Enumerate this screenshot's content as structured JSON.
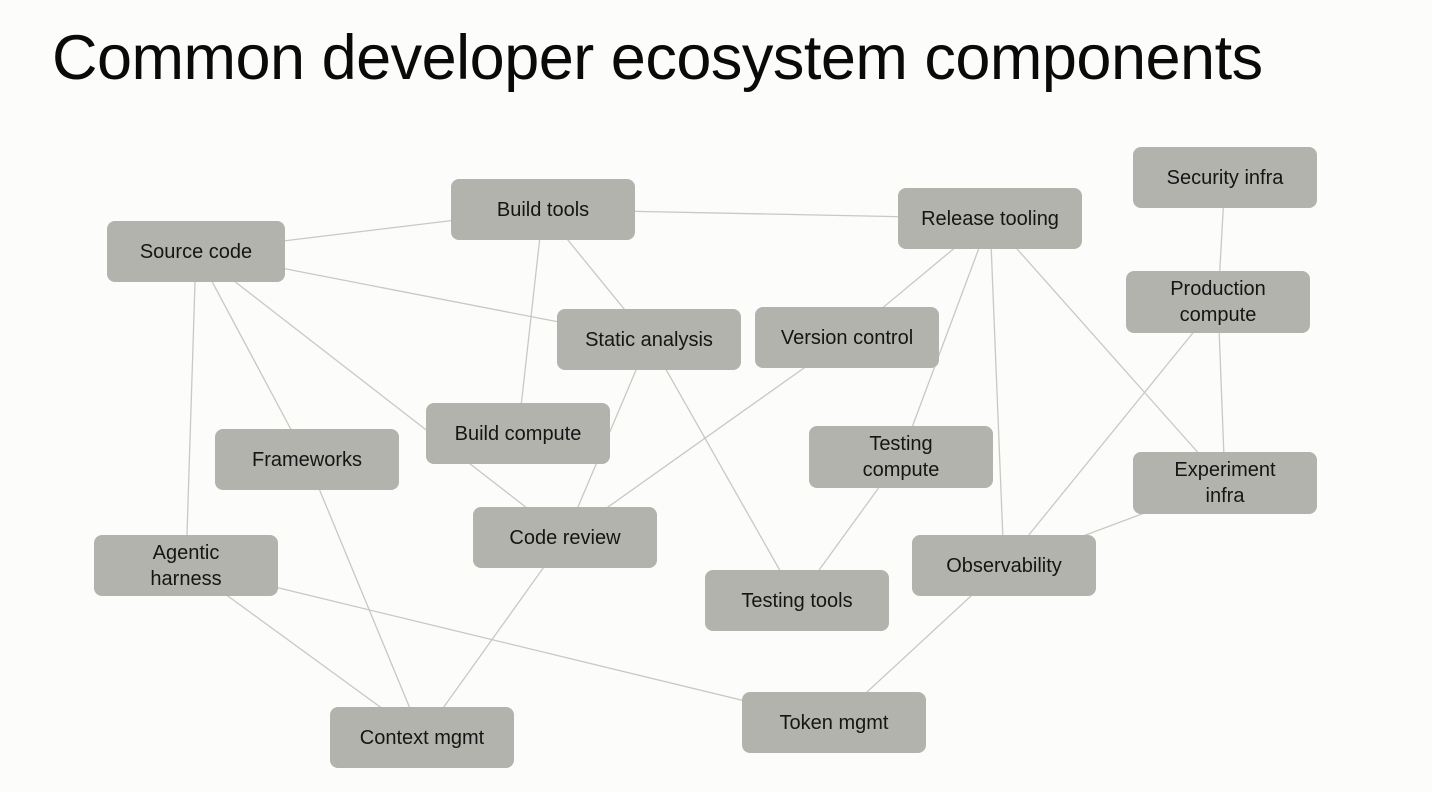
{
  "title": "Common developer ecosystem components",
  "colors": {
    "background": "#fcfcfa",
    "node_fill": "#b3b3ad",
    "edge": "#c8c8c4",
    "text": "#151515"
  },
  "nodes": [
    {
      "id": "source-code",
      "label": "Source code"
    },
    {
      "id": "build-tools",
      "label": "Build tools"
    },
    {
      "id": "release-tooling",
      "label": "Release tooling"
    },
    {
      "id": "security-infra",
      "label": "Security infra"
    },
    {
      "id": "production-compute",
      "label": "Production\ncompute"
    },
    {
      "id": "static-analysis",
      "label": "Static analysis"
    },
    {
      "id": "version-control",
      "label": "Version control"
    },
    {
      "id": "build-compute",
      "label": "Build compute"
    },
    {
      "id": "frameworks",
      "label": "Frameworks"
    },
    {
      "id": "testing-compute",
      "label": "Testing\ncompute"
    },
    {
      "id": "experiment-infra",
      "label": "Experiment\ninfra"
    },
    {
      "id": "code-review",
      "label": "Code review"
    },
    {
      "id": "agentic-harness",
      "label": "Agentic\nharness"
    },
    {
      "id": "observability",
      "label": "Observability"
    },
    {
      "id": "testing-tools",
      "label": "Testing tools"
    },
    {
      "id": "token-mgmt",
      "label": "Token mgmt"
    },
    {
      "id": "context-mgmt",
      "label": "Context mgmt"
    }
  ],
  "edges": [
    [
      "source-code",
      "build-tools"
    ],
    [
      "source-code",
      "static-analysis"
    ],
    [
      "source-code",
      "code-review"
    ],
    [
      "source-code",
      "frameworks"
    ],
    [
      "source-code",
      "agentic-harness"
    ],
    [
      "build-tools",
      "release-tooling"
    ],
    [
      "build-tools",
      "static-analysis"
    ],
    [
      "build-tools",
      "build-compute"
    ],
    [
      "release-tooling",
      "version-control"
    ],
    [
      "release-tooling",
      "testing-compute"
    ],
    [
      "release-tooling",
      "observability"
    ],
    [
      "release-tooling",
      "experiment-infra"
    ],
    [
      "security-infra",
      "production-compute"
    ],
    [
      "production-compute",
      "experiment-infra"
    ],
    [
      "production-compute",
      "observability"
    ],
    [
      "static-analysis",
      "code-review"
    ],
    [
      "static-analysis",
      "testing-tools"
    ],
    [
      "version-control",
      "code-review"
    ],
    [
      "testing-compute",
      "testing-tools"
    ],
    [
      "experiment-infra",
      "observability"
    ],
    [
      "frameworks",
      "context-mgmt"
    ],
    [
      "code-review",
      "context-mgmt"
    ],
    [
      "agentic-harness",
      "context-mgmt"
    ],
    [
      "agentic-harness",
      "token-mgmt"
    ],
    [
      "observability",
      "token-mgmt"
    ]
  ]
}
